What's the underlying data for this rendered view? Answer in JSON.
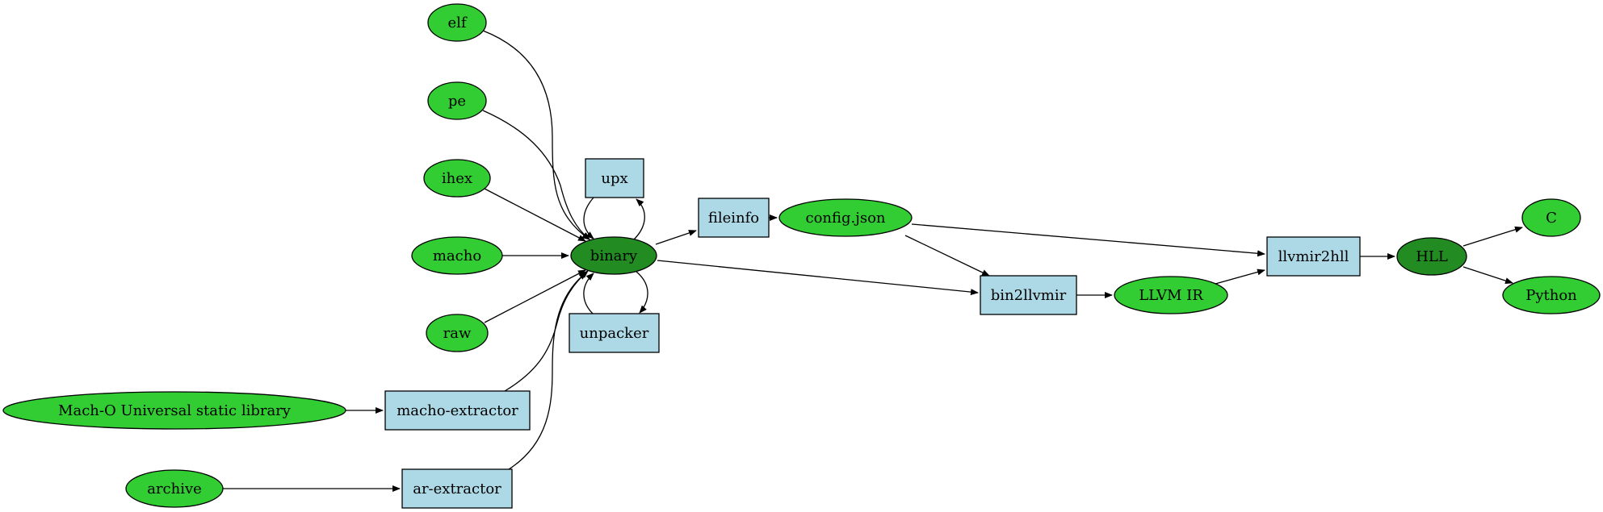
{
  "colors": {
    "data_node": "#32cd32",
    "central_node": "#228b22",
    "tool_node": "#add8e6",
    "edge": "#000000"
  },
  "nodes": {
    "elf": "elf",
    "pe": "pe",
    "ihex": "ihex",
    "macho": "macho",
    "raw": "raw",
    "macho_universal": "Mach-O Universal static library",
    "archive": "archive",
    "macho_extractor": "macho-extractor",
    "ar_extractor": "ar-extractor",
    "binary": "binary",
    "upx": "upx",
    "unpacker": "unpacker",
    "fileinfo": "fileinfo",
    "config_json": "config.json",
    "bin2llvmir": "bin2llvmir",
    "llvm_ir": "LLVM IR",
    "llvmir2hll": "llvmir2hll",
    "hll": "HLL",
    "c": "C",
    "python": "Python"
  },
  "edges": [
    {
      "from": "elf",
      "to": "binary"
    },
    {
      "from": "pe",
      "to": "binary"
    },
    {
      "from": "ihex",
      "to": "binary"
    },
    {
      "from": "macho",
      "to": "binary"
    },
    {
      "from": "raw",
      "to": "binary"
    },
    {
      "from": "macho_universal",
      "to": "macho_extractor"
    },
    {
      "from": "macho_extractor",
      "to": "binary"
    },
    {
      "from": "archive",
      "to": "ar_extractor"
    },
    {
      "from": "ar_extractor",
      "to": "binary"
    },
    {
      "from": "binary",
      "to": "upx"
    },
    {
      "from": "upx",
      "to": "binary"
    },
    {
      "from": "binary",
      "to": "unpacker"
    },
    {
      "from": "unpacker",
      "to": "binary"
    },
    {
      "from": "binary",
      "to": "fileinfo"
    },
    {
      "from": "fileinfo",
      "to": "config_json"
    },
    {
      "from": "binary",
      "to": "bin2llvmir"
    },
    {
      "from": "config_json",
      "to": "bin2llvmir"
    },
    {
      "from": "config_json",
      "to": "llvmir2hll"
    },
    {
      "from": "bin2llvmir",
      "to": "llvm_ir"
    },
    {
      "from": "llvm_ir",
      "to": "llvmir2hll"
    },
    {
      "from": "llvmir2hll",
      "to": "hll"
    },
    {
      "from": "hll",
      "to": "c"
    },
    {
      "from": "hll",
      "to": "python"
    }
  ]
}
